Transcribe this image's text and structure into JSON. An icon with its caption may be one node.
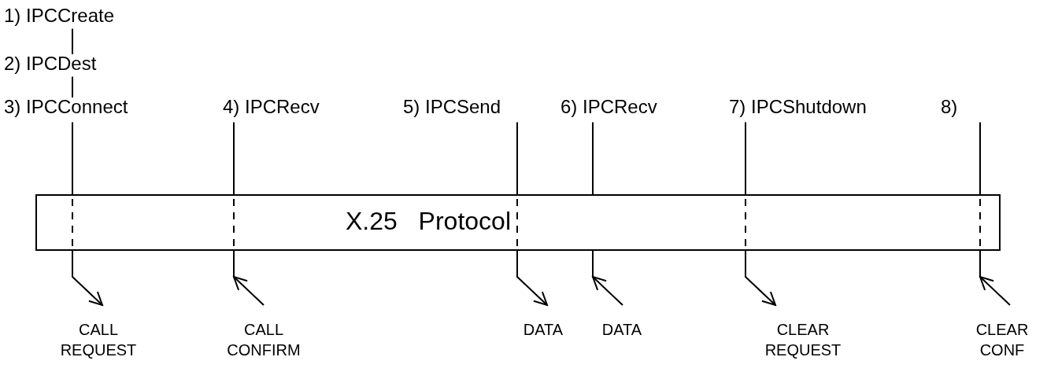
{
  "diagram": {
    "nodes": [
      {
        "text": [
          "1) IPCCreate"
        ]
      },
      {
        "text": [
          "2) IPCDest"
        ]
      },
      {
        "text": [
          "3) IPCConnect"
        ]
      },
      {
        "text": [
          "4) IPCRecv"
        ]
      },
      {
        "text": [
          "5) IPCSend"
        ]
      },
      {
        "text": [
          "6) IPCRecv"
        ]
      },
      {
        "text": [
          "7) IPCShutdown"
        ]
      },
      {
        "text": [
          "8)"
        ]
      },
      {
        "text": [
          "X.25 Protocol"
        ]
      },
      {
        "text": [
          "CALL REQUEST"
        ]
      },
      {
        "text": [
          "CALL CONFIRM"
        ]
      },
      {
        "text": [
          "DATA"
        ]
      },
      {
        "text": [
          "DATA"
        ]
      },
      {
        "text": [
          "CLEAR REQUEST"
        ]
      },
      {
        "text": [
          "CLEAR CONF"
        ]
      }
    ],
    "edges": [
      {
        "from": 0,
        "to": 1,
        "arrow": "none"
      },
      {
        "from": 1,
        "to": 2,
        "arrow": "none"
      },
      {
        "from": 2,
        "to": 8,
        "arrow": "none"
      },
      {
        "from": 8,
        "to": 9,
        "arrow": "to"
      },
      {
        "from": 3,
        "to": 8,
        "arrow": "none"
      },
      {
        "from": 10,
        "to": 8,
        "arrow": "to"
      },
      {
        "from": 4,
        "to": 8,
        "arrow": "none"
      },
      {
        "from": 8,
        "to": 11,
        "arrow": "to"
      },
      {
        "from": 5,
        "to": 8,
        "arrow": "none"
      },
      {
        "from": 12,
        "to": 8,
        "arrow": "to"
      },
      {
        "from": 6,
        "to": 8,
        "arrow": "none"
      },
      {
        "from": 8,
        "to": 13,
        "arrow": "to"
      },
      {
        "from": 7,
        "to": 8,
        "arrow": "none"
      },
      {
        "from": 14,
        "to": 8,
        "arrow": "to"
      },
      {
        "from": 8,
        "to": null,
        "arrow": "none"
      },
      {
        "from": 8,
        "to": null,
        "arrow": "none"
      },
      {
        "from": 8,
        "to": null,
        "arrow": "none"
      }
    ]
  }
}
